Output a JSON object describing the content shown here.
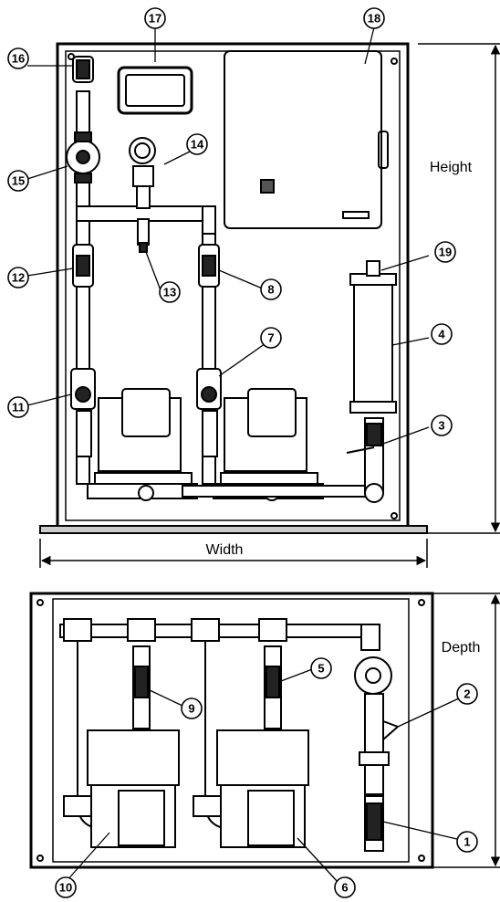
{
  "dimensions": {
    "width": "Width",
    "height": "Height",
    "depth": "Depth"
  },
  "callouts": {
    "c1": "1",
    "c2": "2",
    "c3": "3",
    "c4": "4",
    "c5": "5",
    "c6": "6",
    "c7": "7",
    "c8": "8",
    "c9": "9",
    "c10": "10",
    "c11": "11",
    "c12": "12",
    "c13": "13",
    "c14": "14",
    "c15": "15",
    "c16": "16",
    "c17": "17",
    "c18": "18",
    "c19": "19"
  },
  "colors": {
    "line": "#000000",
    "panel": "#ffffff",
    "shade": "#d9d9d9"
  }
}
